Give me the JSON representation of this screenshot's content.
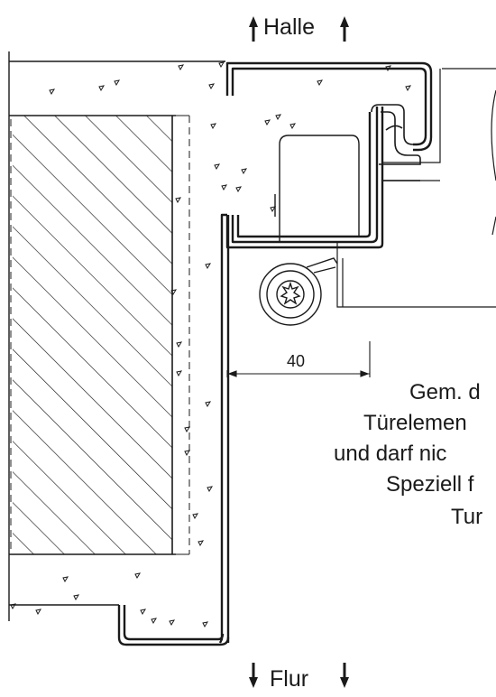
{
  "labels": {
    "top": "Halle",
    "bottom": "Flur",
    "dimension": "40"
  },
  "note_lines": [
    "Gem. d",
    "Türelemen",
    "und darf nic",
    "Speziell f",
    "Tur"
  ],
  "colors": {
    "line": "#1a1a1a",
    "background": "#ffffff"
  }
}
